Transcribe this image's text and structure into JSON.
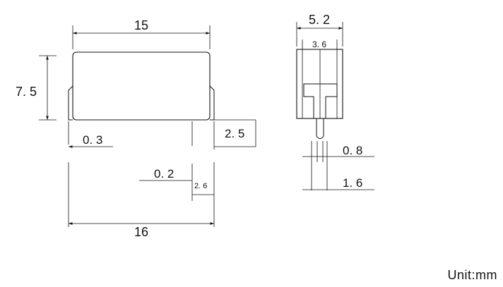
{
  "dimensions": {
    "width_15": "15",
    "height_7_5": "7. 5",
    "offset_0_3": "0. 3",
    "pin_2_5": "2. 5",
    "pin_0_2": "0. 2",
    "pin_2_6": "2. 6",
    "total_16": "16",
    "side_5_2": "5. 2",
    "side_3_6": "3. 6",
    "side_0_8": "0. 8",
    "side_1_6": "1. 6"
  },
  "unit": {
    "label": "Unit",
    "separator": ":",
    "value": "mm"
  },
  "colors": {
    "line": "#111111",
    "background": "#ffffff"
  }
}
